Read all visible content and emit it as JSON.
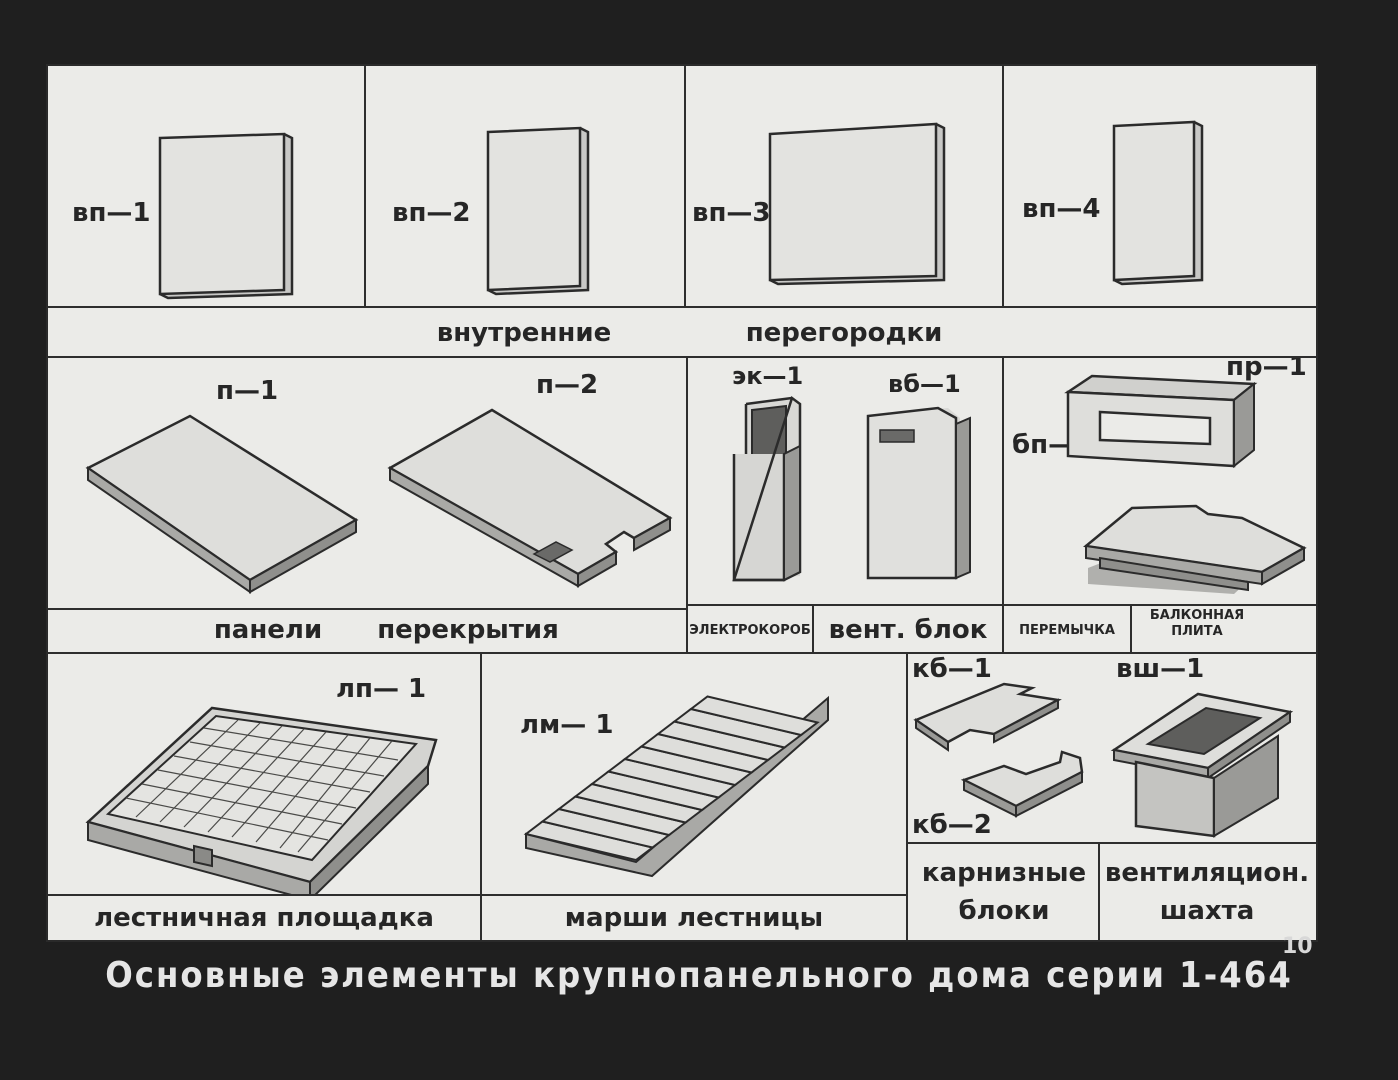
{
  "top_row": {
    "cells": [
      {
        "code": "вп—1"
      },
      {
        "code": "вп—2"
      },
      {
        "code": "вп—3"
      },
      {
        "code": "вп—4"
      }
    ],
    "caption_left": "внутренние",
    "caption_right": "перегородки"
  },
  "middle_row": {
    "slabs": [
      {
        "code": "п—1"
      },
      {
        "code": "п—2"
      }
    ],
    "slabs_caption_left": "панели",
    "slabs_caption_right": "перекрытия",
    "ek_code": "эк—1",
    "vb_code": "вб—1",
    "ek_caption": "ЭЛЕКТРОКОРОБ",
    "vb_caption": "вент. блок",
    "pr_code": "пр—1",
    "bp_code": "бп—1",
    "pr_caption": "ПЕРЕМЫЧКА",
    "bp_caption": "БАЛКОННАЯ ПЛИТА"
  },
  "bottom_row": {
    "lp_code": "лп— 1",
    "lp_caption": "лестничная площадка",
    "lm_code": "лм— 1",
    "lm_caption": "марши лестницы",
    "kb1_code": "кб—1",
    "kb2_code": "кб—2",
    "vsh_code": "вш—1",
    "kb_caption": "карнизные блоки",
    "vsh_caption": "вентиляцион. шахта"
  },
  "footer": {
    "title": "Основные элементы крупнопанельного дома серии 1-464",
    "page_number": "10"
  }
}
